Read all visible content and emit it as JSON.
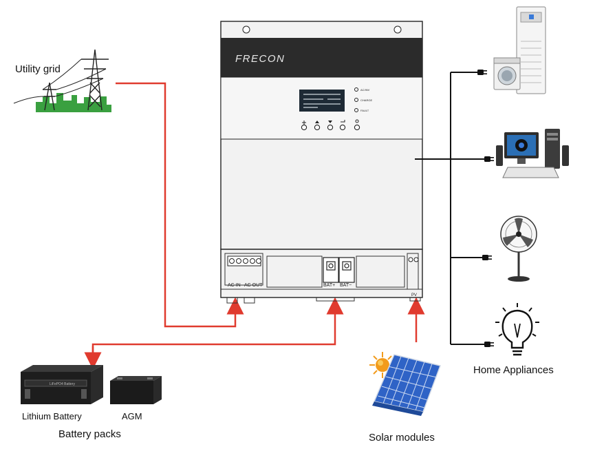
{
  "labels": {
    "utility_grid": "Utility grid",
    "brand": "FRECON",
    "led_1": "AC/INV",
    "led_2": "CHARGE",
    "led_3": "FAULT",
    "ac_in": "AC IN",
    "ac_out": "AC OUT",
    "bat_plus": "BAT+",
    "bat_minus": "BAT−",
    "pv": "PV",
    "lithium_battery": "Lithium Battery",
    "battery_module_text": "LiFePO4 Battery",
    "agm": "AGM",
    "battery_packs": "Battery packs",
    "solar_modules": "Solar modules",
    "home_appliances": "Home Appliances"
  },
  "colors": {
    "flow_line": "#e03a2e",
    "load_line": "#111111",
    "inverter_body": "#f2f2f2",
    "inverter_band": "#2b2b2b",
    "lcd": "#1e2a35",
    "grid_towers": "#3aa040",
    "solar_panel": "#2f63c6",
    "sun": "#f29b1b"
  },
  "icons": [
    "power-tower-icon",
    "air-conditioner-icon",
    "washing-machine-icon",
    "computer-icon",
    "fan-icon",
    "bulb-icon",
    "plug-icon",
    "sun-icon"
  ]
}
